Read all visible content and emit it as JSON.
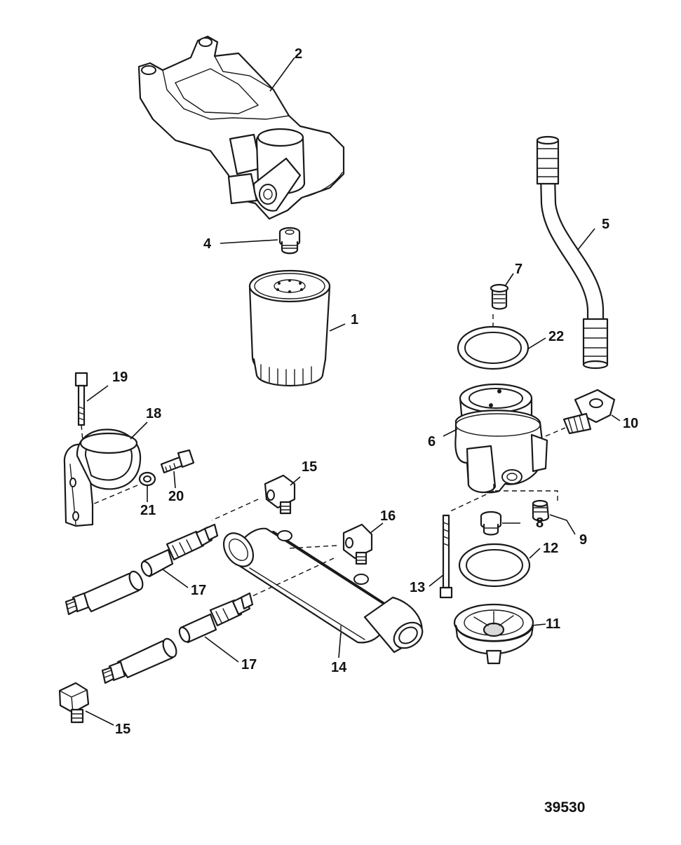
{
  "diagram": {
    "line_color": "#1a1a1a",
    "background": "#ffffff",
    "drawing_number": "39530",
    "callouts": [
      {
        "id": "c1",
        "label": "1"
      },
      {
        "id": "c2",
        "label": "2"
      },
      {
        "id": "c4",
        "label": "4"
      },
      {
        "id": "c5",
        "label": "5"
      },
      {
        "id": "c6",
        "label": "6"
      },
      {
        "id": "c7",
        "label": "7"
      },
      {
        "id": "c8",
        "label": "8"
      },
      {
        "id": "c9",
        "label": "9"
      },
      {
        "id": "c10",
        "label": "10"
      },
      {
        "id": "c11",
        "label": "11"
      },
      {
        "id": "c12",
        "label": "12"
      },
      {
        "id": "c13",
        "label": "13"
      },
      {
        "id": "c14",
        "label": "14"
      },
      {
        "id": "c15a",
        "label": "15"
      },
      {
        "id": "c15b",
        "label": "15"
      },
      {
        "id": "c16",
        "label": "16"
      },
      {
        "id": "c17a",
        "label": "17"
      },
      {
        "id": "c17b",
        "label": "17"
      },
      {
        "id": "c18",
        "label": "18"
      },
      {
        "id": "c19",
        "label": "19"
      },
      {
        "id": "c20",
        "label": "20"
      },
      {
        "id": "c21",
        "label": "21"
      },
      {
        "id": "c22",
        "label": "22"
      }
    ]
  }
}
